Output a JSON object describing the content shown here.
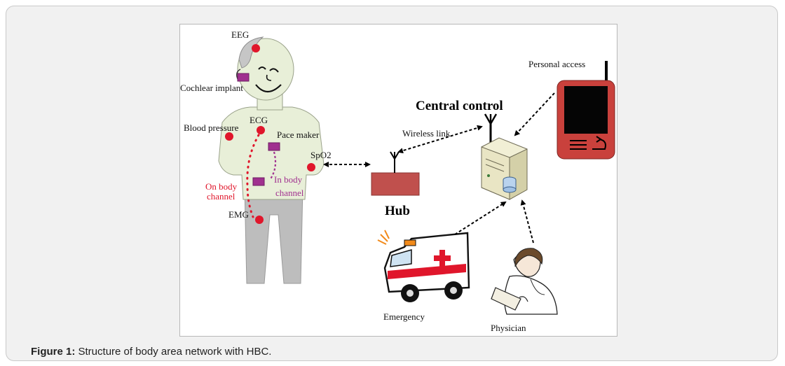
{
  "figure": {
    "caption_prefix": "Figure 1:",
    "caption_text": " Structure of body area network with HBC."
  },
  "labels": {
    "eeg": "EEG",
    "cochlear": "Cochlear implant",
    "blood_pressure": "Blood pressure",
    "ecg": "ECG",
    "pace_maker": "Pace maker",
    "spo2": "SpO2",
    "on_body_1": "On body",
    "on_body_2": "channel",
    "in_body_1": "In body",
    "in_body_2": "channel",
    "emg": "EMG",
    "wireless_link": "Wireless link",
    "central_control": "Central control",
    "personal_access": "Personal access",
    "hub": "Hub",
    "emergency": "Emergency",
    "physician": "Physician"
  },
  "colors": {
    "sensor_red": "#e0162b",
    "implant_purple": "#a0308f",
    "hub_red": "#c0504d",
    "device_red": "#c9413c",
    "body_green": "#e8efd8",
    "legs_gray": "#bcbcbc"
  }
}
